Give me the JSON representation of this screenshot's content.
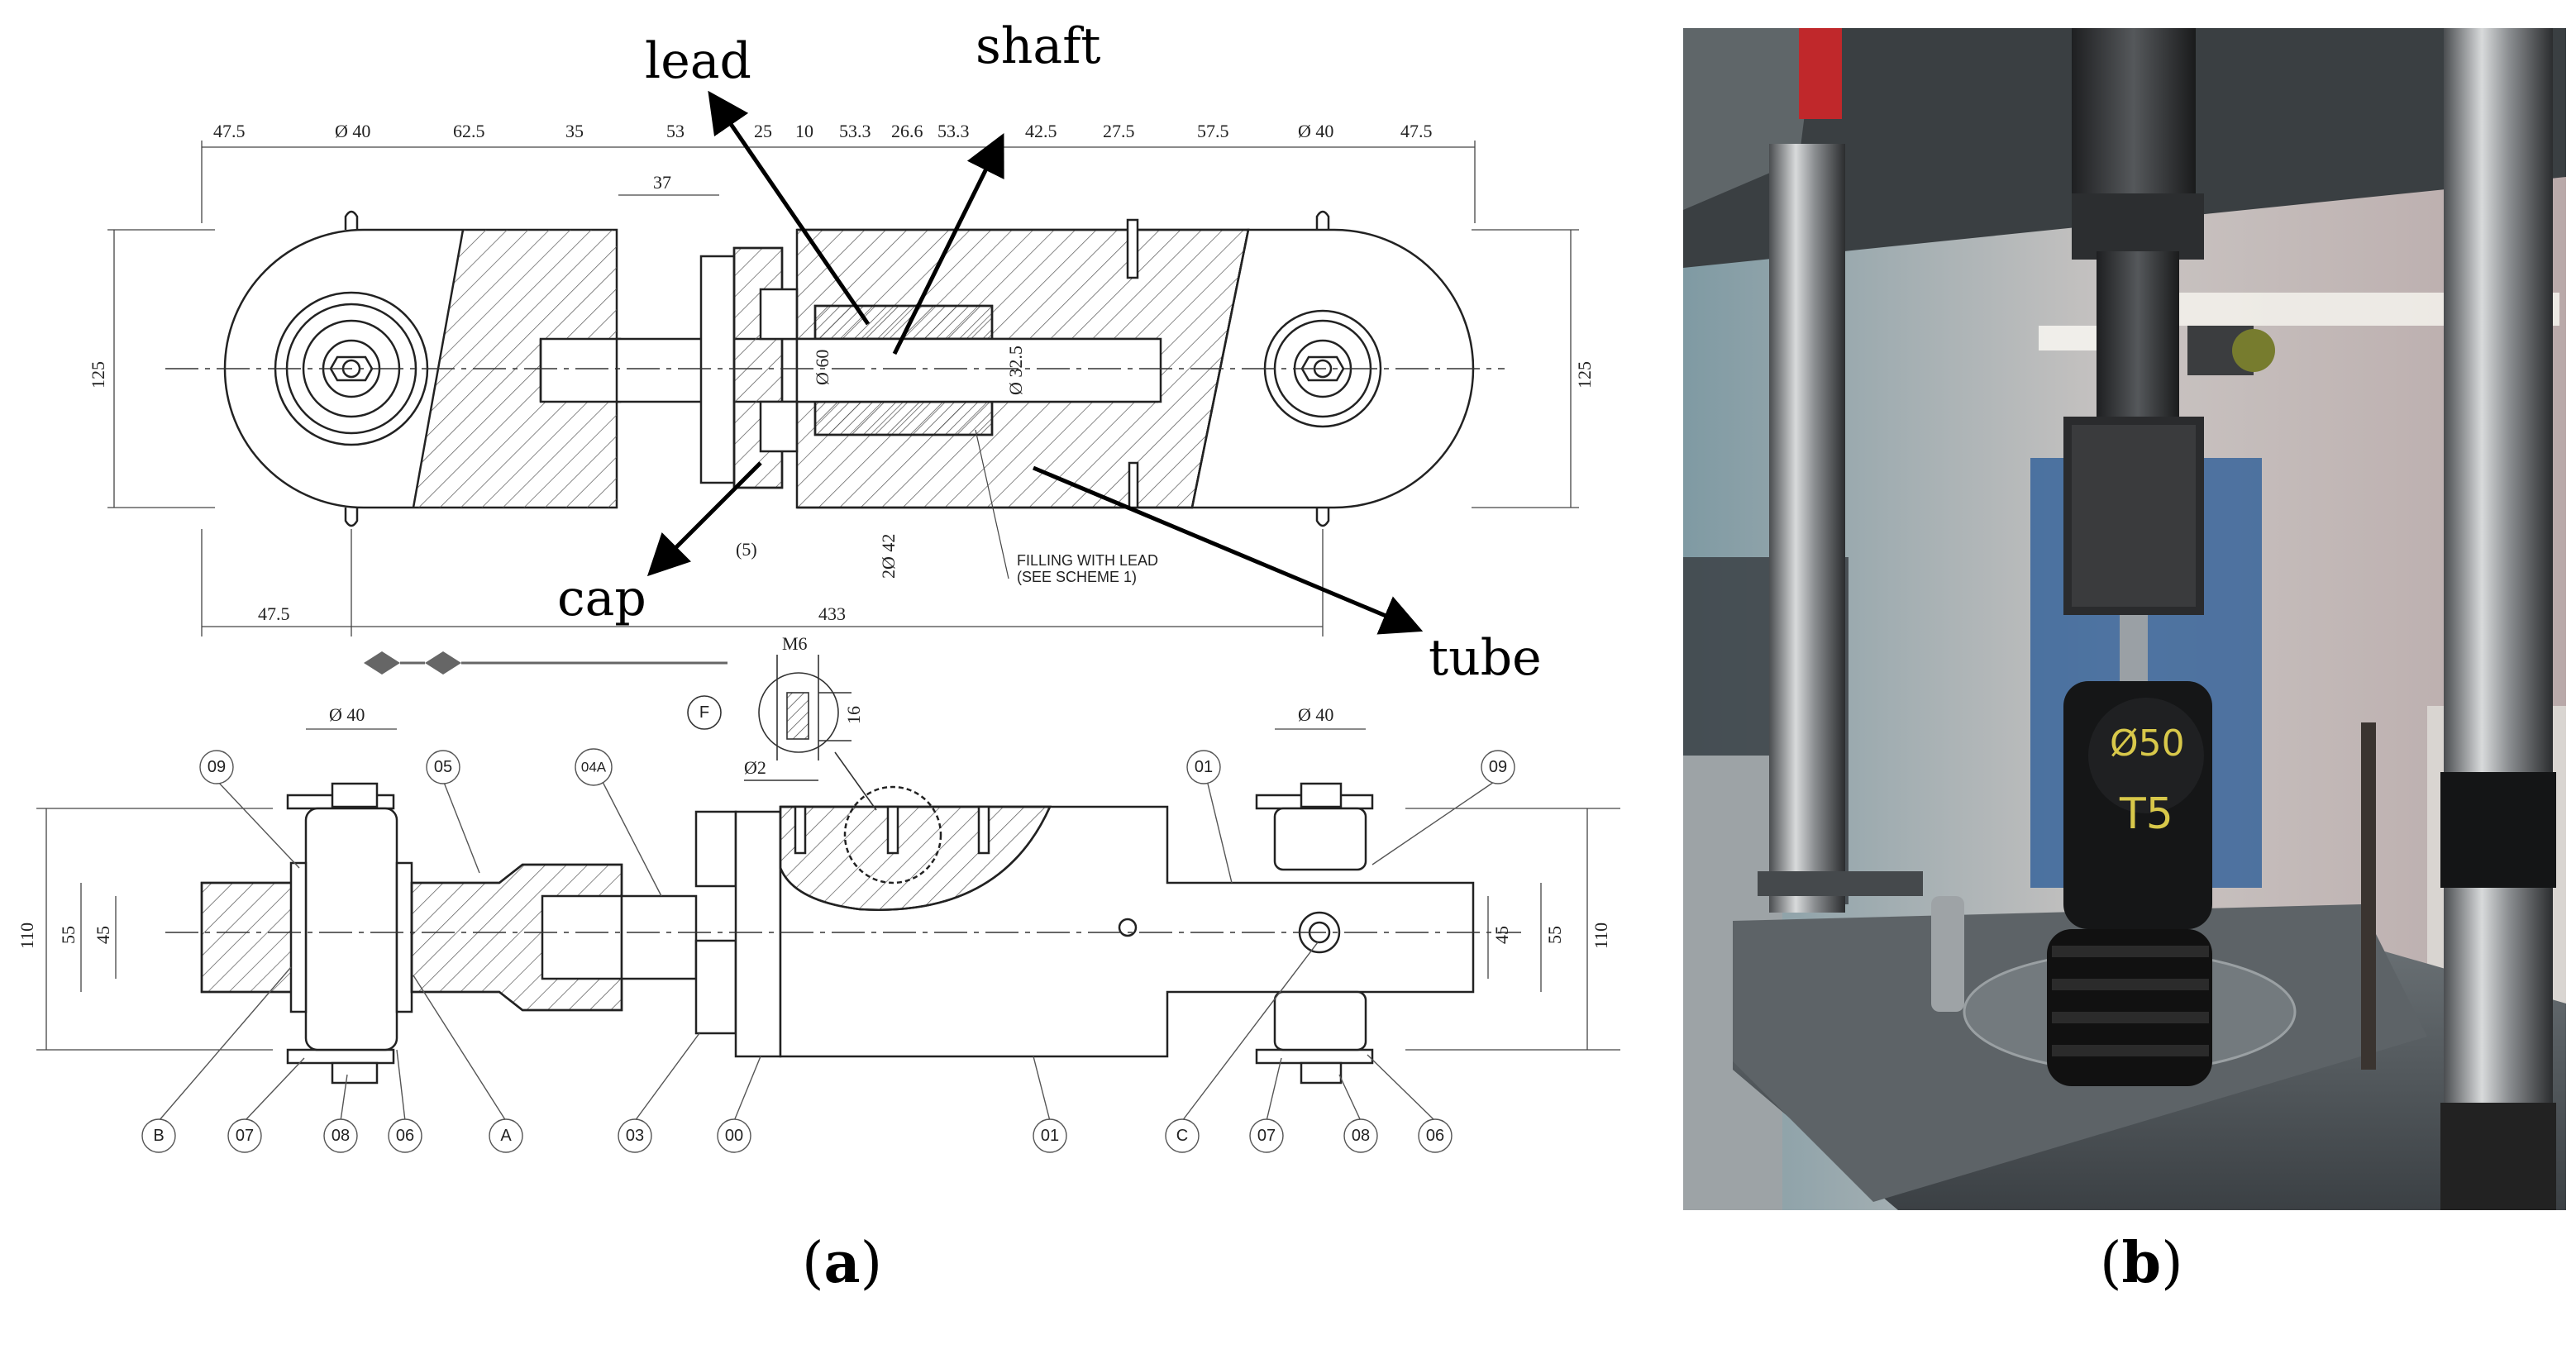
{
  "panel_a": {
    "callouts": {
      "lead": "lead",
      "shaft": "shaft",
      "cap": "cap",
      "tube": "tube"
    },
    "top_dims": [
      "47.5",
      "Ø 40",
      "62.5",
      "35",
      "53",
      "25",
      "10",
      "53.3",
      "26.6",
      "53.3",
      "42.5",
      "27.5",
      "57.5",
      "Ø 40",
      "47.5"
    ],
    "dim_37": "37",
    "dim_125_left": "125",
    "dim_125_right": "125",
    "dim_d60": "Ø 60",
    "dim_d32_5": "Ø 32.5",
    "dim_5": "(5)",
    "dim_2d42": "2Ø 42",
    "dim_47_5_bottom": "47.5",
    "dim_433": "433",
    "note_line1": "FILLING WITH LEAD",
    "note_line2": "(SEE SCHEME 1)",
    "detail_label": "F",
    "dim_m6": "M6",
    "dim_16": "16",
    "dim_d2": "Ø2",
    "dim_d40_left": "Ø 40",
    "dim_d40_right": "Ø 40",
    "dim_110_left": "110",
    "dim_55_left": "55",
    "dim_45_left": "45",
    "dim_45_right": "45",
    "dim_55_right": "55",
    "dim_110_right": "110",
    "balloons_top": [
      "09",
      "05",
      "04A",
      "01",
      "09"
    ],
    "balloons_bottom": [
      "B",
      "07",
      "08",
      "06",
      "A",
      "03",
      "00",
      "01",
      "C",
      "07",
      "08",
      "06"
    ]
  },
  "panel_b": {
    "specimen_label_1": "Ø50",
    "specimen_label_2": "T5"
  },
  "captions": {
    "a_open": "(",
    "a_letter": "a",
    "a_close": ")",
    "b_open": "(",
    "b_letter": "b",
    "b_close": ")"
  }
}
